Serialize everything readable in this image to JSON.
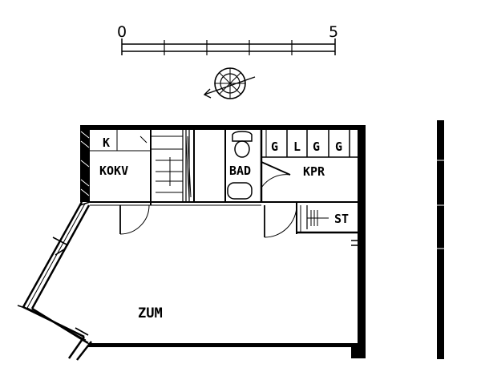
{
  "scale_bar": {
    "start_label": "0",
    "end_label": "5"
  },
  "compass": {
    "icon": "compass-rose-icon"
  },
  "rooms": {
    "kitchen_corner": "K",
    "kitchen": "KOKV",
    "bathroom": "BAD",
    "hall": "KPR",
    "storage": "ST",
    "living_room": "ZUM"
  },
  "closets": [
    "G",
    "L",
    "G",
    "G"
  ],
  "colors": {
    "ink": "#000000",
    "paper": "#ffffff"
  }
}
